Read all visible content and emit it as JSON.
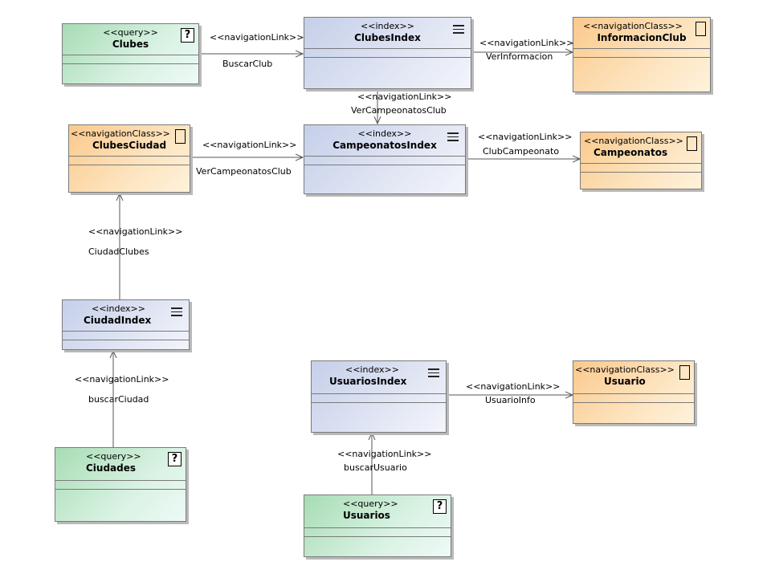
{
  "nodes": {
    "clubes": {
      "stereotype": "<<query>>",
      "name": "Clubes",
      "icon": "question-icon"
    },
    "clubesIndex": {
      "stereotype": "<<index>>",
      "name": "ClubesIndex",
      "icon": "menu-icon"
    },
    "informacionClub": {
      "stereotype": "<<navigationClass>>",
      "name": "InformacionClub",
      "icon": "class-icon"
    },
    "clubesCiudad": {
      "stereotype": "<<navigationClass>>",
      "name": "ClubesCiudad",
      "icon": "class-icon"
    },
    "campeonatosIndex": {
      "stereotype": "<<index>>",
      "name": "CampeonatosIndex",
      "icon": "menu-icon"
    },
    "campeonatos": {
      "stereotype": "<<navigationClass>>",
      "name": "Campeonatos",
      "icon": "class-icon"
    },
    "ciudadIndex": {
      "stereotype": "<<index>>",
      "name": "CiudadIndex",
      "icon": "menu-icon"
    },
    "ciudades": {
      "stereotype": "<<query>>",
      "name": "Ciudades",
      "icon": "question-icon"
    },
    "usuariosIndex": {
      "stereotype": "<<index>>",
      "name": "UsuariosIndex",
      "icon": "menu-icon"
    },
    "usuario": {
      "stereotype": "<<navigationClass>>",
      "name": "Usuario",
      "icon": "class-icon"
    },
    "usuarios": {
      "stereotype": "<<query>>",
      "name": "Usuarios",
      "icon": "question-icon"
    }
  },
  "links": {
    "buscarClub": {
      "stereotype": "<<navigationLink>>",
      "name": "BuscarClub"
    },
    "verInformacion": {
      "stereotype": "<<navigationLink>>",
      "name": "VerInformacion"
    },
    "verCampeonatosClub1": {
      "stereotype": "<<navigationLink>>",
      "name": "VerCampeonatosClub"
    },
    "verCampeonatosClub2": {
      "stereotype": "<<navigationLink>>",
      "name": "VerCampeonatosClub"
    },
    "clubCampeonato": {
      "stereotype": "<<navigationLink>>",
      "name": "ClubCampeonato"
    },
    "ciudadClubes": {
      "stereotype": "<<navigationLink>>",
      "name": "CiudadClubes"
    },
    "buscarCiudad": {
      "stereotype": "<<navigationLink>>",
      "name": "buscarCiudad"
    },
    "usuarioInfo": {
      "stereotype": "<<navigationLink>>",
      "name": "UsuarioInfo"
    },
    "buscarUsuario": {
      "stereotype": "<<navigationLink>>",
      "name": "buscarUsuario"
    }
  },
  "icons": {
    "question_glyph": "?"
  },
  "colors": {
    "query": "#a7dcb4",
    "index": "#c5cfe9",
    "navigationClass": "#fbc98d",
    "line": "#555555"
  }
}
